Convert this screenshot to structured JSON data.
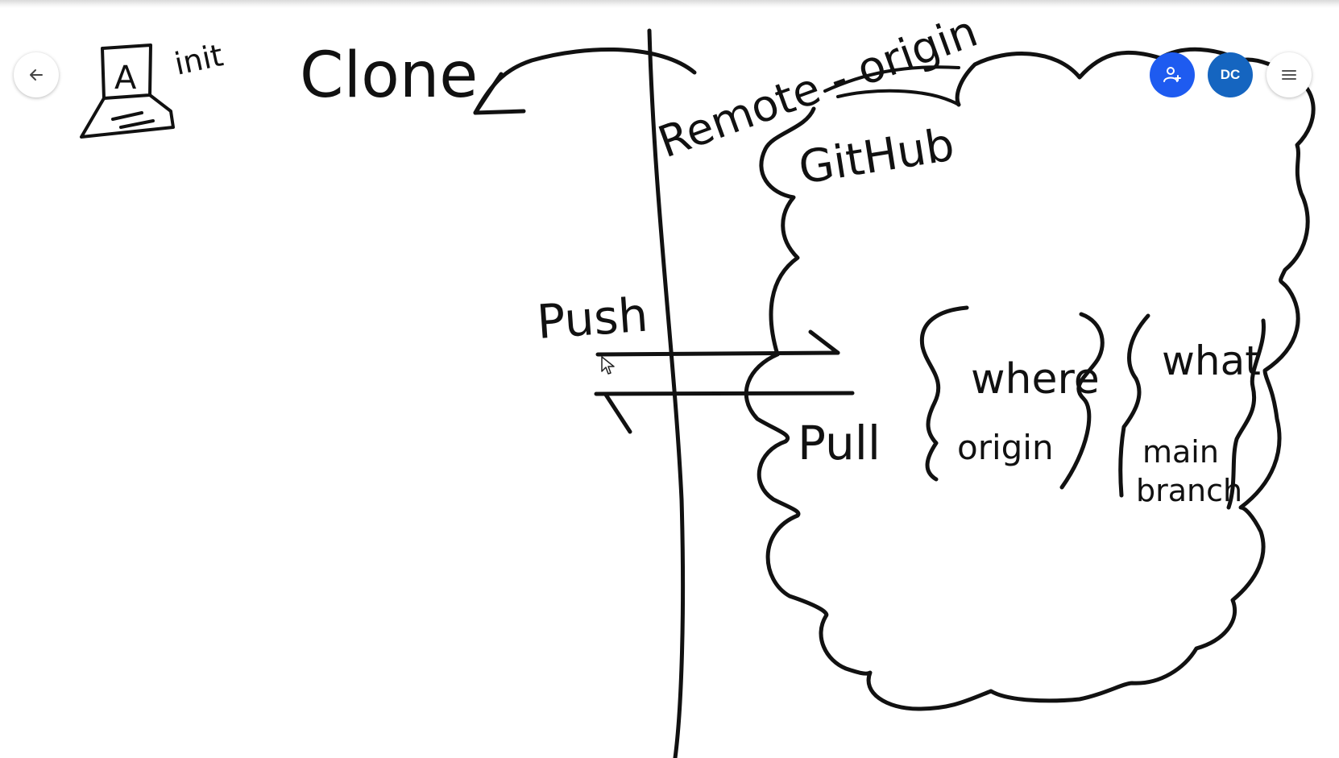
{
  "toolbar": {
    "back_icon": "arrow-left-icon",
    "share_icon": "person-add-icon",
    "menu_icon": "hamburger-menu-icon",
    "avatar_initials": "DC",
    "colors": {
      "share_button": "#1e5bf0",
      "avatar": "#1565c0"
    }
  },
  "whiteboard": {
    "labels": {
      "laptop_letter": "A",
      "init": "init",
      "clone": "Clone",
      "remote": "Remote - origin",
      "github": "GitHub",
      "push": "Push",
      "pull": "Pull",
      "where": "where",
      "origin": "origin",
      "what": "what",
      "main": "main",
      "branch": "branch"
    },
    "ink_color": "#111111"
  }
}
